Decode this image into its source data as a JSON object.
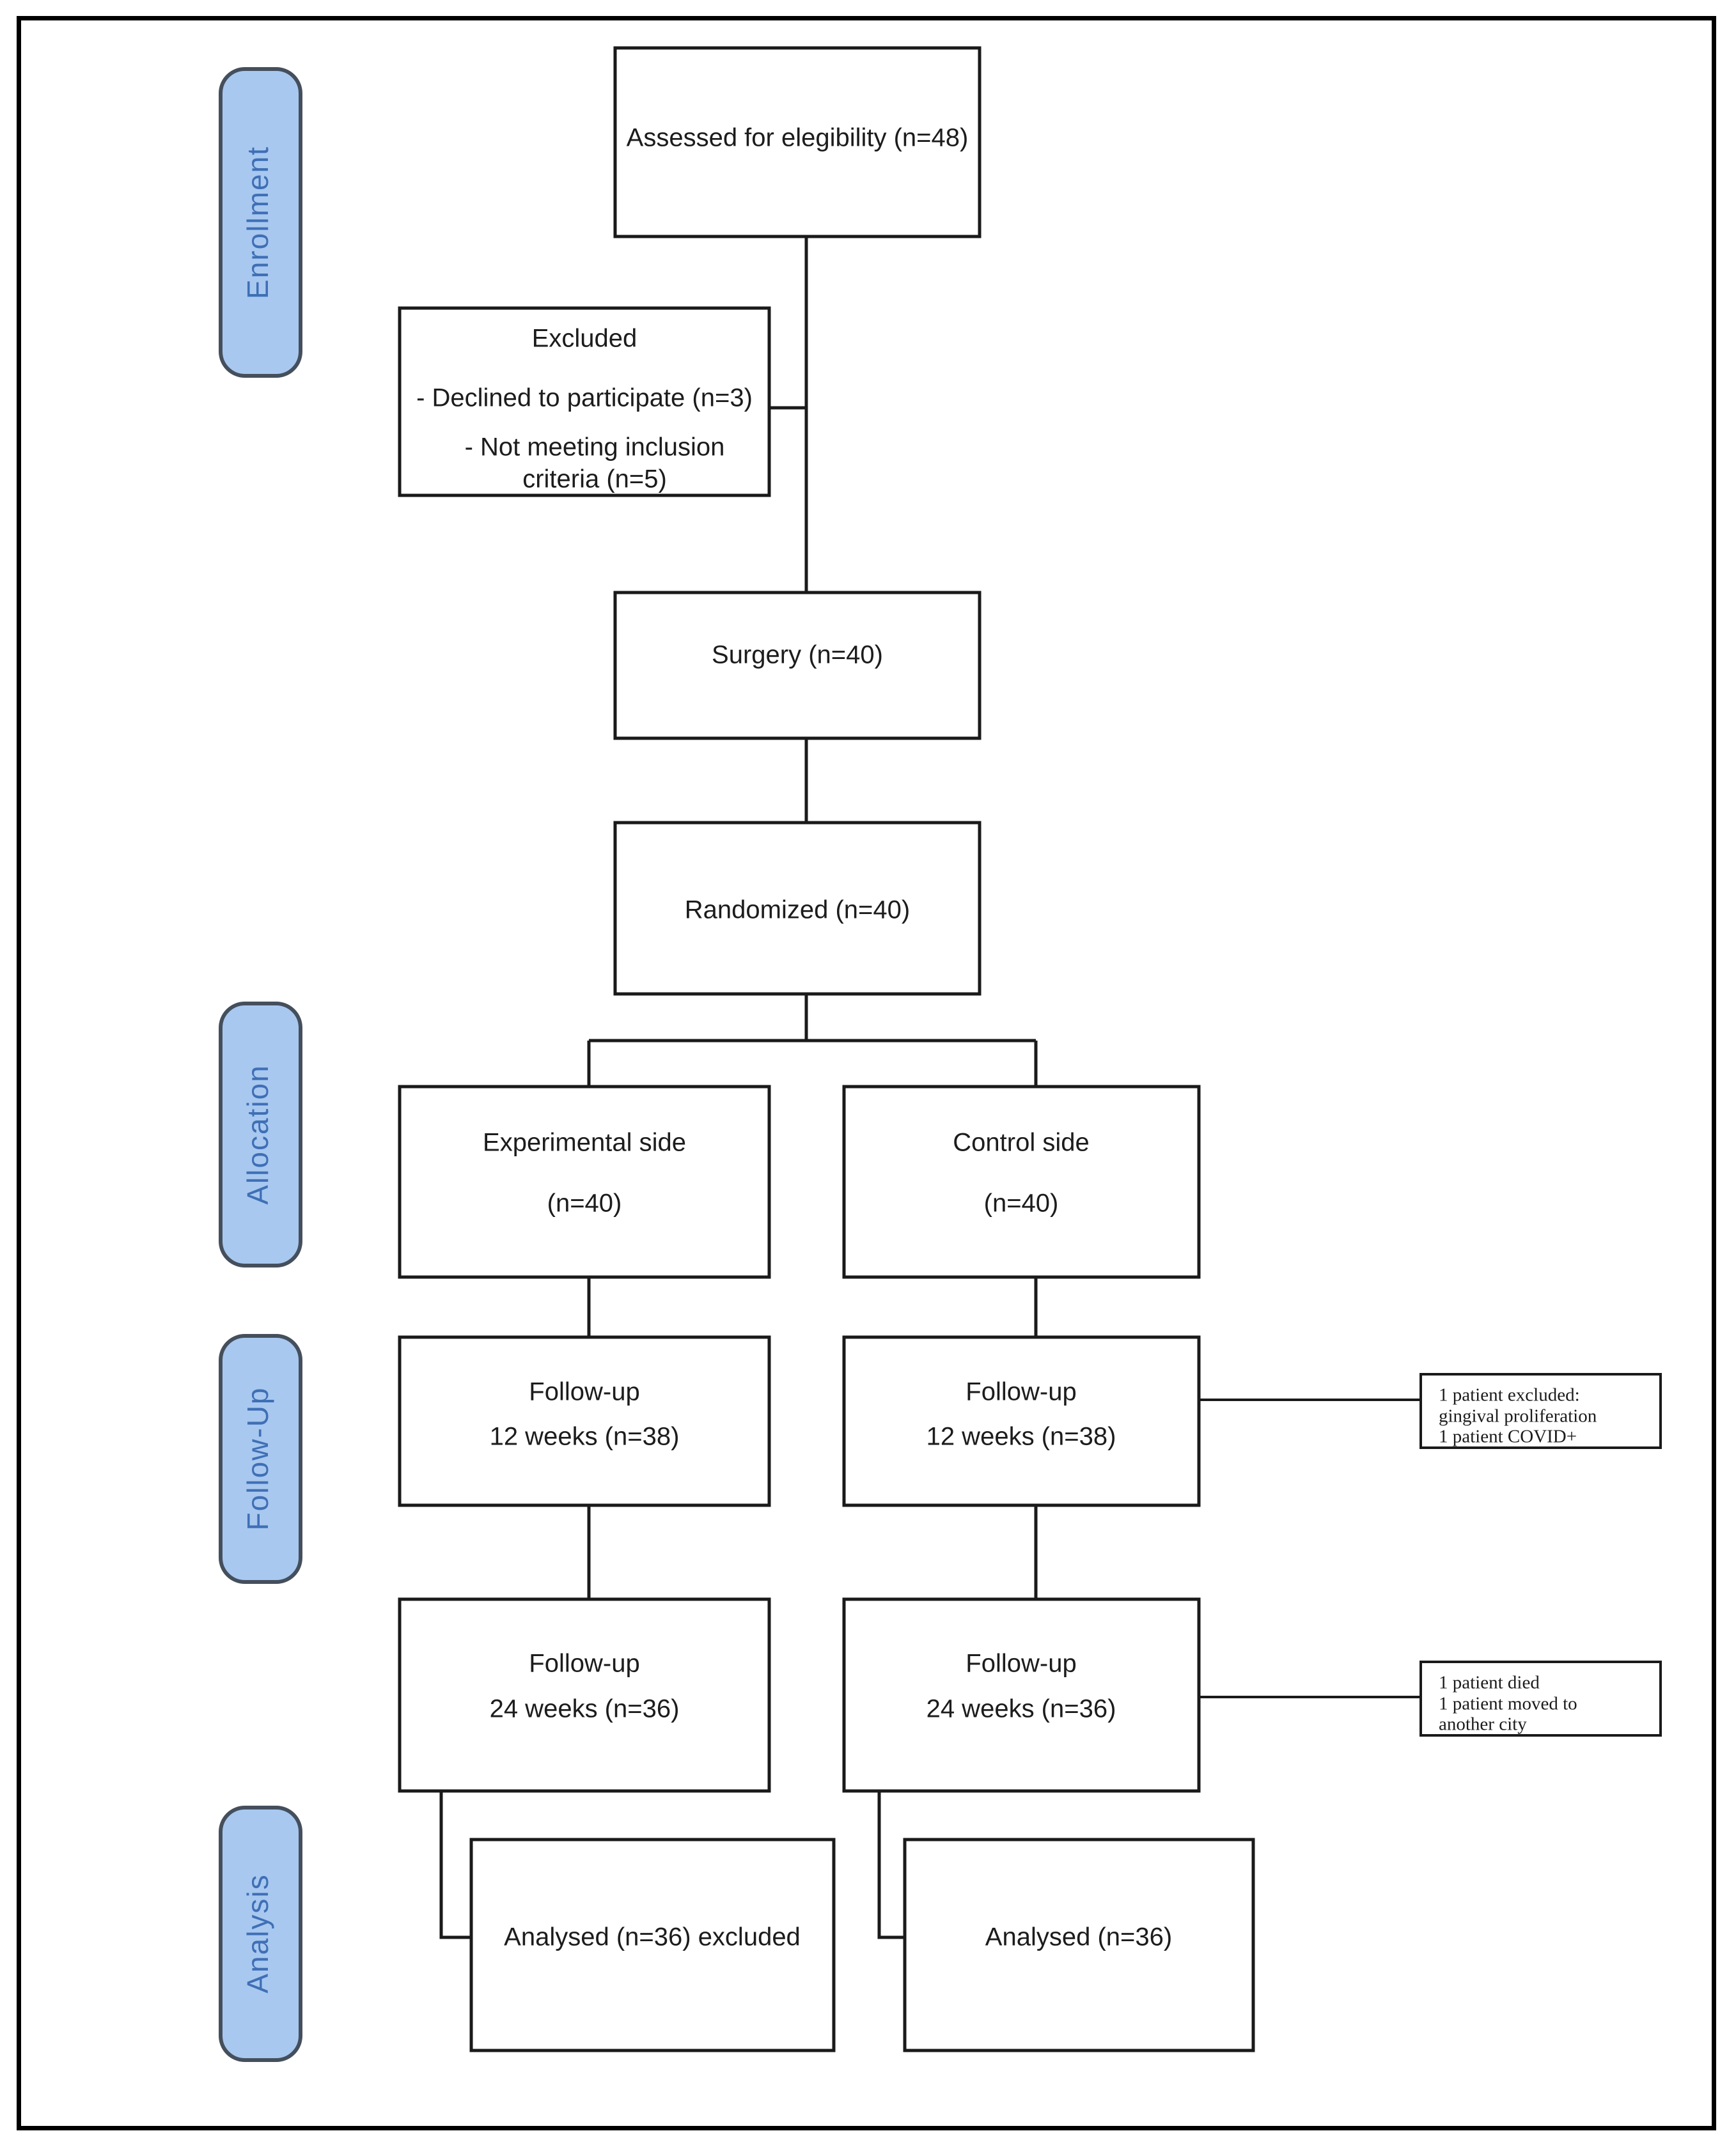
{
  "diagram": {
    "title": "CONSORT participant flow diagram",
    "type": "flowchart",
    "colors": {
      "stage_fill": "#a8c8f0",
      "stage_border": "#454f5c",
      "stage_text": "#3f6fb5",
      "box_border": "#1a1a1a",
      "box_fill": "#ffffff",
      "text": "#1c1c1c",
      "frame": "#000000"
    }
  },
  "stages": [
    {
      "id": "enrollment",
      "label": "Enrollment"
    },
    {
      "id": "allocation",
      "label": "Allocation"
    },
    {
      "id": "followup",
      "label": "Follow-Up"
    },
    {
      "id": "analysis",
      "label": "Analysis"
    }
  ],
  "nodes": {
    "assessed": {
      "lines": [
        "Assessed for elegibility (n=48)"
      ],
      "n": 48
    },
    "excluded": {
      "lines": [
        "Excluded",
        "- Declined to participate (n=3)",
        "- Not meeting inclusion",
        "criteria (n=5)"
      ],
      "declined_n": 3,
      "not_meeting_n": 5
    },
    "surgery": {
      "lines": [
        "Surgery (n=40)"
      ],
      "n": 40
    },
    "randomized": {
      "lines": [
        "Randomized (n=40)"
      ],
      "n": 40
    },
    "experimental": {
      "lines": [
        "Experimental side",
        "(n=40)"
      ],
      "n": 40
    },
    "control": {
      "lines": [
        "Control side",
        "(n=40)"
      ],
      "n": 40
    },
    "followup12_exp": {
      "lines": [
        "Follow-up",
        "12 weeks (n=38)"
      ],
      "weeks": 12,
      "n": 38
    },
    "followup12_ctl": {
      "lines": [
        "Follow-up",
        "12 weeks (n=38)"
      ],
      "weeks": 12,
      "n": 38
    },
    "followup24_exp": {
      "lines": [
        "Follow-up",
        "24 weeks (n=36)"
      ],
      "weeks": 24,
      "n": 36
    },
    "followup24_ctl": {
      "lines": [
        "Follow-up",
        "24 weeks (n=36)"
      ],
      "weeks": 24,
      "n": 36
    },
    "analysed_exp": {
      "lines": [
        "Analysed   (n=36) excluded"
      ],
      "n": 36
    },
    "analysed_ctl": {
      "lines": [
        "Analysed (n=36)"
      ],
      "n": 36
    }
  },
  "notes": {
    "note12": {
      "lines": [
        "1 patient excluded:",
        "gingival proliferation",
        "1 patient COVID+"
      ]
    },
    "note24": {
      "lines": [
        "1 patient died",
        "1 patient moved to",
        "another city"
      ]
    }
  }
}
